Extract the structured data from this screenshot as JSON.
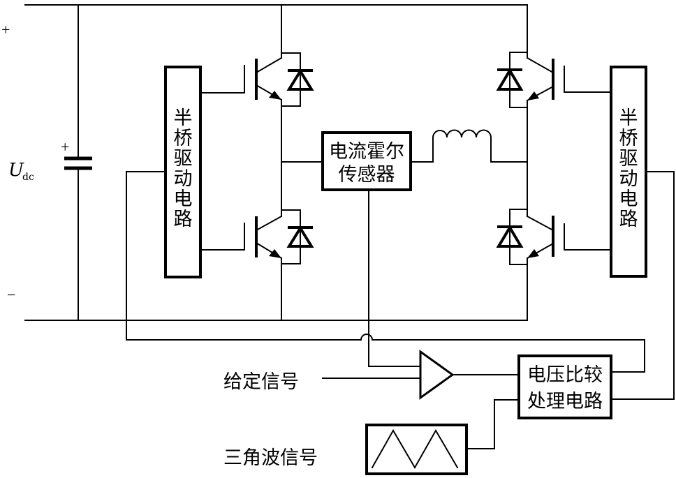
{
  "diagram": {
    "type": "half-bridge PWM inverter control schematic",
    "dc_source": {
      "label_main": "U",
      "label_sub": "dc",
      "plus_sign": "+",
      "minus_sign": "−",
      "capacitor_plus": "+"
    },
    "left_driver": {
      "label_chars": [
        "半",
        "桥",
        "驱",
        "动",
        "电",
        "路"
      ]
    },
    "right_driver": {
      "label_chars": [
        "半",
        "桥",
        "驱",
        "动",
        "电",
        "路"
      ]
    },
    "hall_sensor": {
      "line1": "电流霍尔",
      "line2": "传感器"
    },
    "comparator": {
      "line1": "电压比较",
      "line2": "处理电路"
    },
    "reference_signal": {
      "label": "给定信号"
    },
    "triangle_signal": {
      "label": "三角波信号"
    },
    "components": [
      "dc-bus-capacitor",
      "igbt-left-upper",
      "igbt-left-lower",
      "igbt-right-upper",
      "igbt-right-lower",
      "freewheel-diode-x4",
      "inductor-load",
      "amplifier",
      "triangle-wave-generator"
    ]
  }
}
